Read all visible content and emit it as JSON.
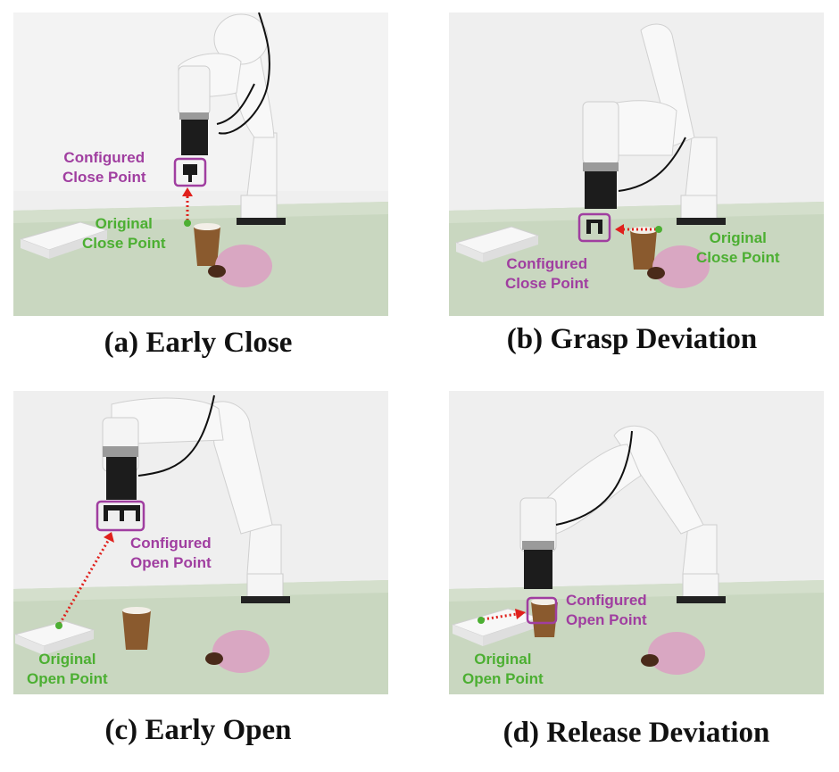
{
  "panels": [
    {
      "caption": "(a) Early Close",
      "configured": [
        "Configured",
        "Close Point"
      ],
      "original": [
        "Original",
        "Close Point"
      ]
    },
    {
      "caption": "(b) Grasp Deviation",
      "configured": [
        "Configured",
        "Close Point"
      ],
      "original": [
        "Original",
        "Close Point"
      ]
    },
    {
      "caption": "(c) Early Open",
      "configured": [
        "Configured",
        "Open Point"
      ],
      "original": [
        "Original",
        "Open Point"
      ]
    },
    {
      "caption": "(d) Release Deviation",
      "configured": [
        "Configured",
        "Open Point"
      ],
      "original": [
        "Original",
        "Open Point"
      ]
    }
  ],
  "colors": {
    "configured": "#a03ea0",
    "original": "#4caf32",
    "arrow": "#e0201c",
    "table": "#c9d7c0",
    "wall": "#efefef"
  }
}
